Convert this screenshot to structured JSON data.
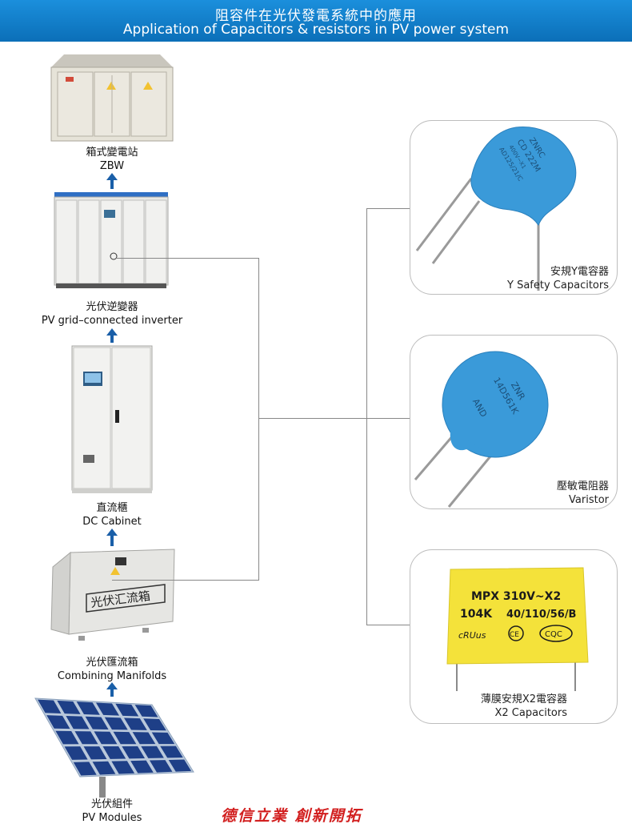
{
  "title": {
    "zh": "阻容件在光伏發電系統中的應用",
    "en": "Application of Capacitors & resistors in PV power system"
  },
  "chain": [
    {
      "zh": "箱式變電站",
      "en": "ZBW"
    },
    {
      "zh": "光伏逆變器",
      "en": "PV grid–connected inverter"
    },
    {
      "zh": "直流櫃",
      "en": "DC Cabinet"
    },
    {
      "zh": "光伏匯流箱",
      "en": "Combining Manifolds"
    },
    {
      "zh": "光伏組件",
      "en": "PV Modules"
    }
  ],
  "cabinet_label": "光伏汇流箱",
  "components": [
    {
      "zh": "安規Y電容器",
      "en": "Y Safety Capacitors",
      "marking": [
        "ZNRC",
        "CD 222M",
        "400V~X1",
        "AD125/21/C"
      ]
    },
    {
      "zh": "壓敏電阻器",
      "en": "Varistor",
      "marking": [
        "ZNR",
        "14D561K",
        "AND"
      ]
    },
    {
      "zh": "薄膜安規X2電容器",
      "en": "X2 Capacitors",
      "marking": [
        "MPX 310V~X2",
        "104K",
        "40/110/56/B"
      ],
      "cert": [
        "cRUus",
        "CE",
        "CQC"
      ]
    }
  ],
  "slogan": "德信立業  創新開拓",
  "colors": {
    "banner": "#0b6fb8",
    "capacitor_blue": "#3a9ad9",
    "x2_yellow": "#f4e23a",
    "slogan_red": "#d21f1f"
  }
}
